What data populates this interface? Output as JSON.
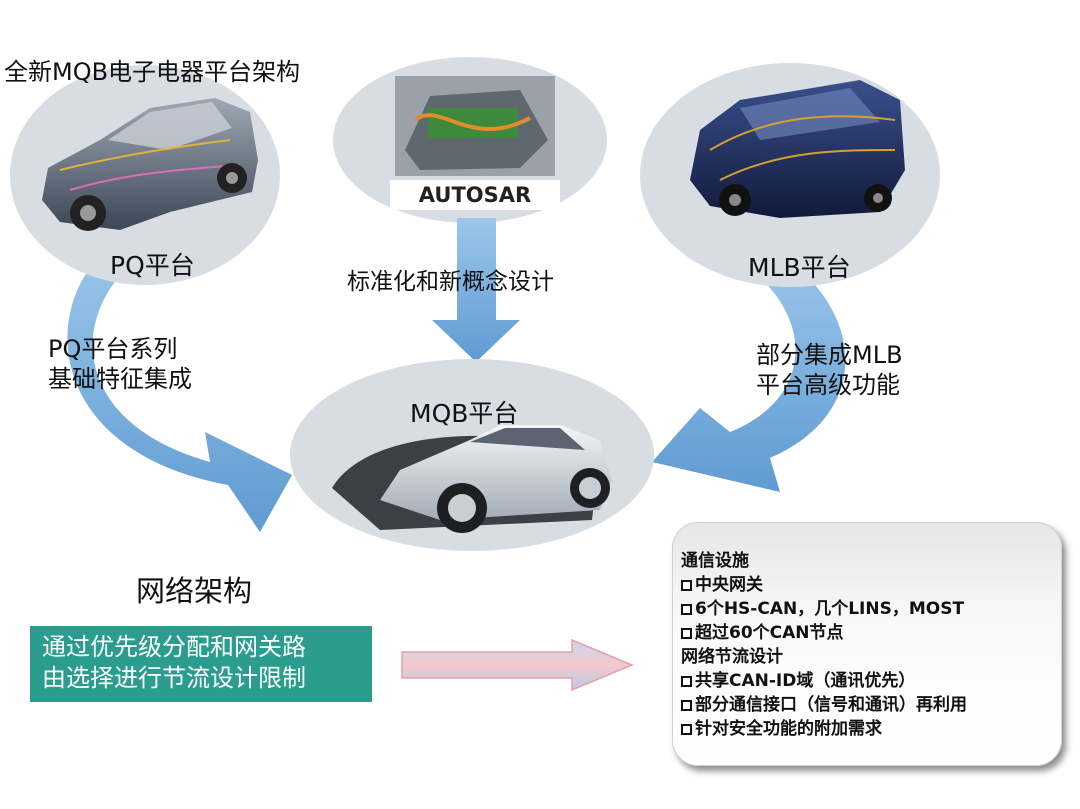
{
  "title": "全新MQB电子电器平台架构",
  "platforms": {
    "pq": "PQ平台",
    "mlb": "MLB平台",
    "mqb": "MQB平台",
    "autosar_logo": "AUTOSAR"
  },
  "arrows": {
    "standardization": "标准化和新概念设计",
    "pq_series": [
      "PQ平台系列",
      "基础特征集成"
    ],
    "mlb_partial": [
      "部分集成MLB",
      "平台高级功能"
    ]
  },
  "network": {
    "title": "网络架构",
    "description": [
      "通过优先级分配和网关路",
      "由选择进行节流设计限制"
    ]
  },
  "info_panel": {
    "section1_title": "通信设施",
    "section1_items": [
      "中央网关",
      "6个HS-CAN，几个LINS，MOST",
      "超过60个CAN节点"
    ],
    "section2_title": "网络节流设计",
    "section2_items": [
      "共享CAN-ID域（通讯优先）",
      "部分通信接口（信号和通讯）再利用",
      "针对安全功能的附加需求"
    ]
  },
  "colors": {
    "ellipse": "#d7dde2",
    "arrow_blue": "#6fa6d6",
    "teal_box": "#2a9d8f",
    "pink_arrow": "#e8a0a6"
  }
}
